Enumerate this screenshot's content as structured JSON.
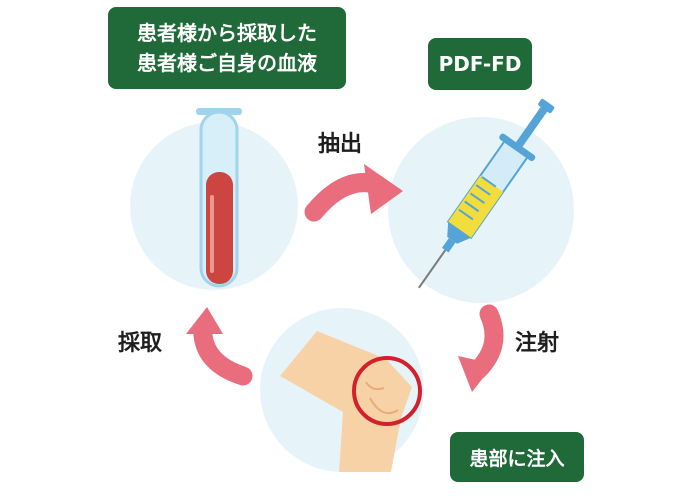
{
  "labels": {
    "source_line1": "患者様から採取した",
    "source_line2": "患者様ご自身の血液",
    "product": "PDF-FD",
    "result": "患部に注入"
  },
  "steps": {
    "extract": "抽出",
    "inject": "注射",
    "collect": "採取"
  },
  "icons": {
    "blood-tube": "blood-sample-tube-icon",
    "syringe": "syringe-icon",
    "knee": "knee-joint-icon",
    "target": "affected-area-circle-icon"
  },
  "colors": {
    "label_green": "#1f6a38",
    "arrow_pink": "#e96d7d",
    "circle_bg": "#e6f4fa",
    "blood_red": "#cd4540",
    "target_red": "#d4202c",
    "syringe_blue": "#56a4d7",
    "plasma_yellow": "#f1dd3c",
    "skin": "#f7d2a7",
    "text_dark": "#1e1e1e"
  }
}
